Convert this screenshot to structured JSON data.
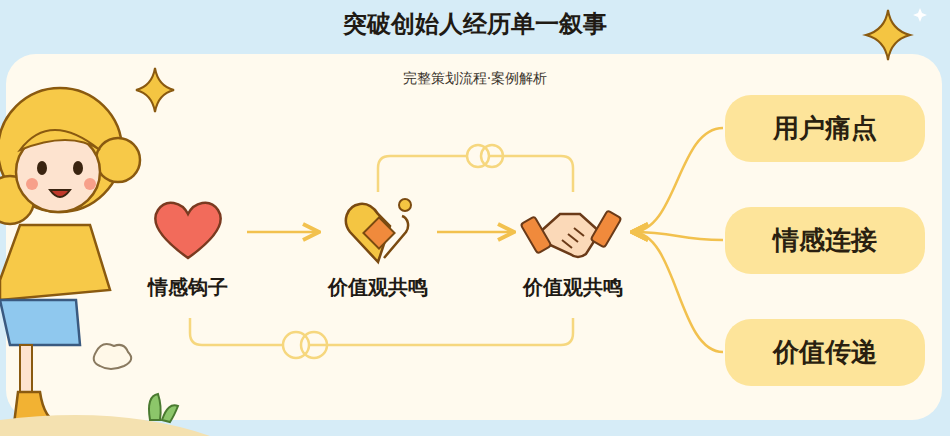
{
  "diagram": {
    "title": "突破创始人经历单一叙事",
    "nodes": [
      {
        "text": [
          "情感钩子"
        ]
      },
      {
        "text": [
          "价值观共鸣"
        ]
      },
      {
        "text": [
          "价值观共鸣"
        ]
      },
      {
        "text": [
          "用户痛点"
        ]
      },
      {
        "text": [
          "情感连接"
        ]
      },
      {
        "text": [
          "价值传递"
        ]
      }
    ],
    "edges": [
      {
        "from": 0,
        "to": 1,
        "arrow": "to"
      },
      {
        "from": 1,
        "to": 2,
        "arrow": "to"
      },
      {
        "from": 3,
        "to": 2,
        "arrow": "to"
      },
      {
        "from": 4,
        "to": 2,
        "arrow": "to"
      },
      {
        "from": 5,
        "to": 2,
        "arrow": "to"
      }
    ],
    "labels": [
      "完整策划流程·案例解析"
    ]
  }
}
